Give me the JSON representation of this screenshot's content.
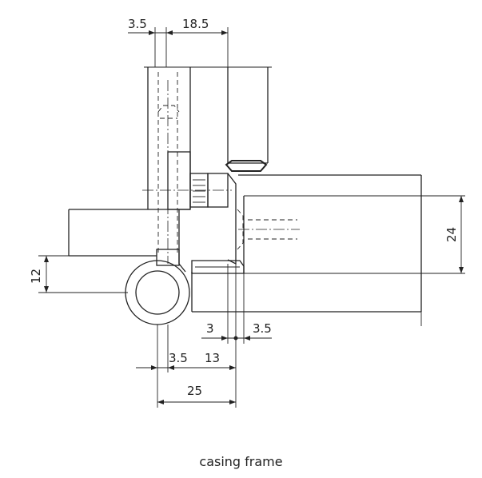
{
  "diagram": {
    "dimensions": {
      "top_left": "3.5",
      "top_right": "18.5",
      "right_vertical": "24",
      "left_vertical": "12",
      "mid_left": "3",
      "mid_right": "3.5",
      "lower_left": "3.5",
      "lower_right": "13",
      "bottom": "25"
    },
    "caption": "casing frame"
  }
}
